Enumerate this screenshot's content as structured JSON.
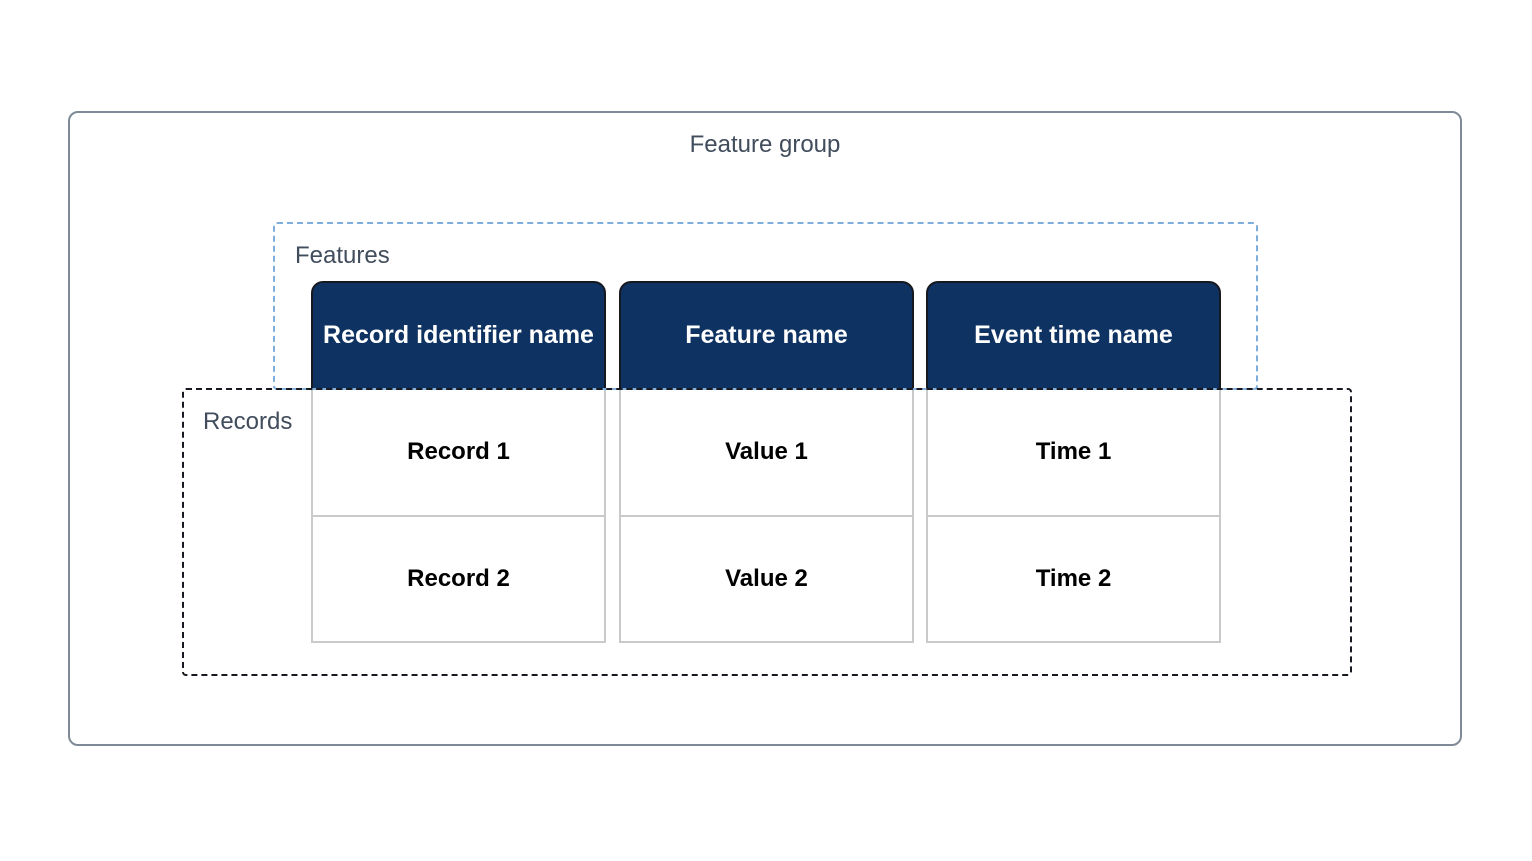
{
  "diagram": {
    "title": "Feature group",
    "features_group_label": "Features",
    "records_group_label": "Records",
    "columns": [
      {
        "header": "Record identifier name",
        "rows": [
          "Record 1",
          "Record 2"
        ]
      },
      {
        "header": "Feature name",
        "rows": [
          "Value 1",
          "Value 2"
        ]
      },
      {
        "header": "Event time name",
        "rows": [
          "Time 1",
          "Time 2"
        ]
      }
    ],
    "colors": {
      "header_background": "#0e3262",
      "header_text": "#ffffff",
      "features_dashed_border": "#7faedd",
      "records_dashed_border": "#16191f",
      "outer_border": "#7e8a98",
      "label_text": "#414d5c",
      "cell_border": "#c8cacc",
      "cell_text": "#000000",
      "page_background": "#ffffff"
    }
  }
}
